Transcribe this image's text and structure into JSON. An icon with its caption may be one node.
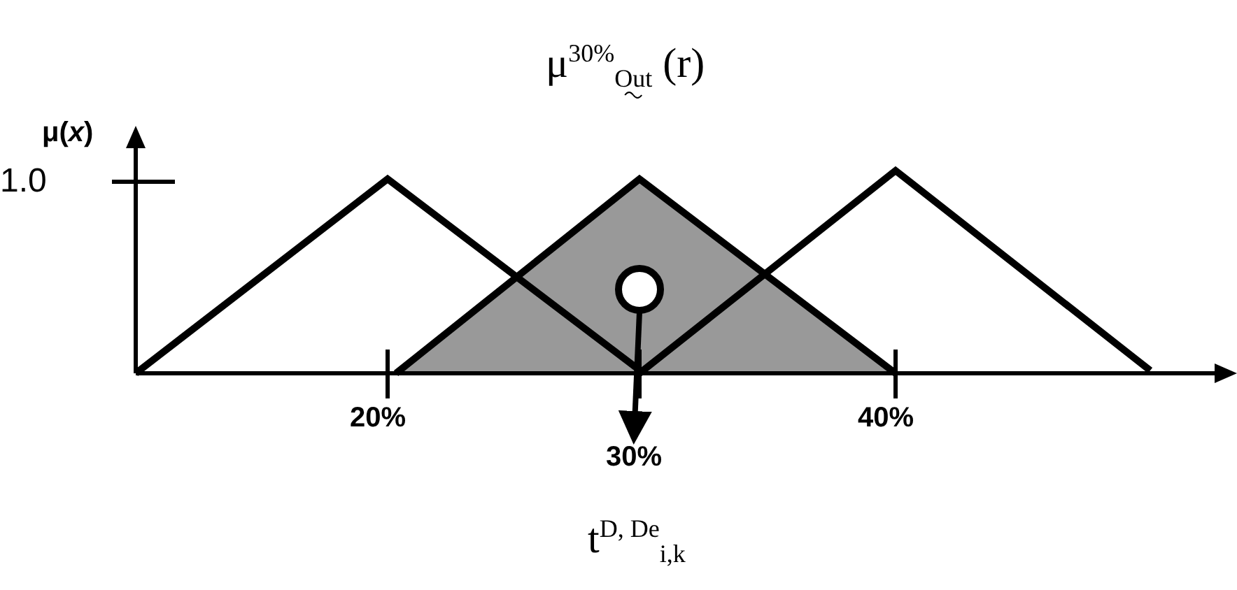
{
  "diagram": {
    "nodes": [
      {
        "text": [],
        "shape": "circle"
      },
      {
        "text": [
          "30%"
        ]
      }
    ],
    "edges": [
      {
        "from": 0,
        "to": 1,
        "arrow": "to"
      }
    ],
    "labels": [
      "μ$^{30%}$$_{Out}$ (r)",
      "μ(*x*)",
      "1.0",
      "20%",
      "40%",
      "t$^{D, De}$$_{i,k}$"
    ]
  }
}
